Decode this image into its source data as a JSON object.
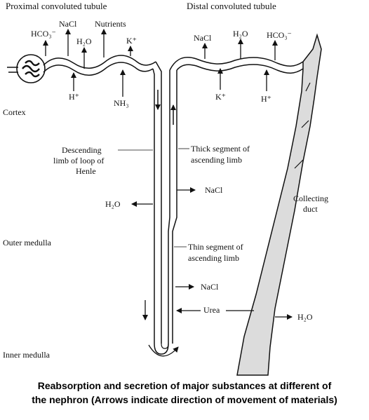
{
  "headers": {
    "proximal": "Proximal convoluted tubule",
    "distal": "Distal convoluted tubule"
  },
  "regions": {
    "cortex": "Cortex",
    "outer_medulla": "Outer medulla",
    "inner_medulla": "Inner medulla"
  },
  "proximal_labels": {
    "hco3": "HCO₃⁻",
    "nacl": "NaCl",
    "h2o": "H₂O",
    "nutrients": "Nutrients",
    "k": "K⁺",
    "h": "H⁺",
    "nh3": "NH₃"
  },
  "distal_labels": {
    "nacl": "NaCl",
    "h2o": "H₂O",
    "hco3": "HCO₃⁻",
    "k": "K⁺",
    "h": "H⁺"
  },
  "loop_labels": {
    "descending_1": "Descending",
    "descending_2": "limb of loop of",
    "descending_3": "Henle",
    "thick_1": "Thick segment of",
    "thick_2": "ascending limb",
    "thin_1": "Thin segment of",
    "thin_2": "ascending limb",
    "collecting_1": "Collecting",
    "collecting_2": "duct",
    "nacl_upper": "NaCl",
    "h2o_left": "H₂O",
    "nacl_lower": "NaCl",
    "urea": "Urea",
    "h2o_right": "H₂O"
  },
  "caption": {
    "line1": "Reabsorption and secretion of major substances at different of",
    "line2": "the nephron (Arrows indicate direction of movement of materials)"
  }
}
